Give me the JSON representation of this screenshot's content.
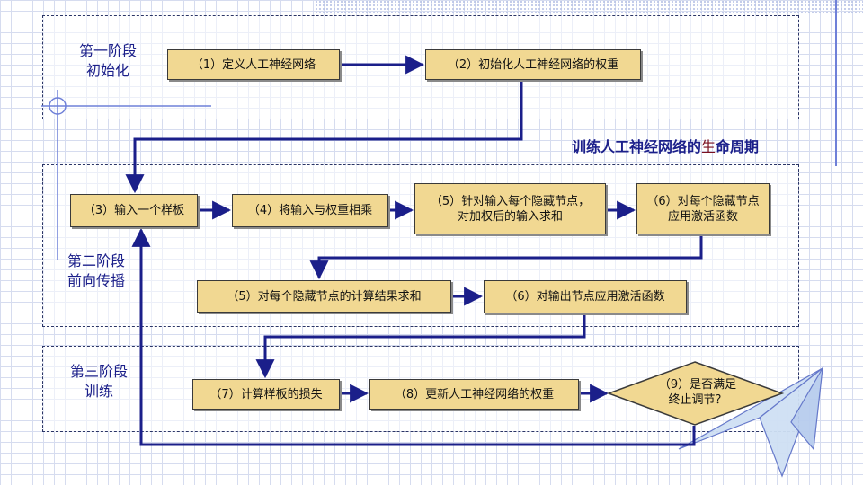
{
  "stages": [
    {
      "label_lines": [
        "第一阶段",
        "初始化"
      ]
    },
    {
      "label_lines": [
        "第二阶段",
        "前向传播"
      ]
    },
    {
      "label_lines": [
        "第三阶段",
        "训练"
      ]
    }
  ],
  "cycle_title": {
    "prefix": "训练人工神经网络的",
    "highlight": "生",
    "suffix": "命周期"
  },
  "steps": {
    "s1": "（1）定义人工神经网络",
    "s2": "（2）初始化人工神经网络的权重",
    "s3": "（3）输入一个样板",
    "s4": "（4）将输入与权重相乘",
    "s5a_lines": [
      "（5）针对输入每个隐藏节点，",
      "对加权后的输入求和"
    ],
    "s6a_lines": [
      "（6）对每个隐藏节点",
      "应用激活函数"
    ],
    "s5b": "（5）对每个隐藏节点的计算结果求和",
    "s6b": "（6）对输出节点应用激活函数",
    "s7": "（7）计算样板的损失",
    "s8": "（8）更新人工神经网络的权重",
    "s9_lines": [
      "（9）是否满足",
      "终止调节？"
    ]
  },
  "colors": {
    "box_fill": "#f1d892",
    "arrow": "#1b1f8a",
    "label": "#1b1f8a"
  }
}
